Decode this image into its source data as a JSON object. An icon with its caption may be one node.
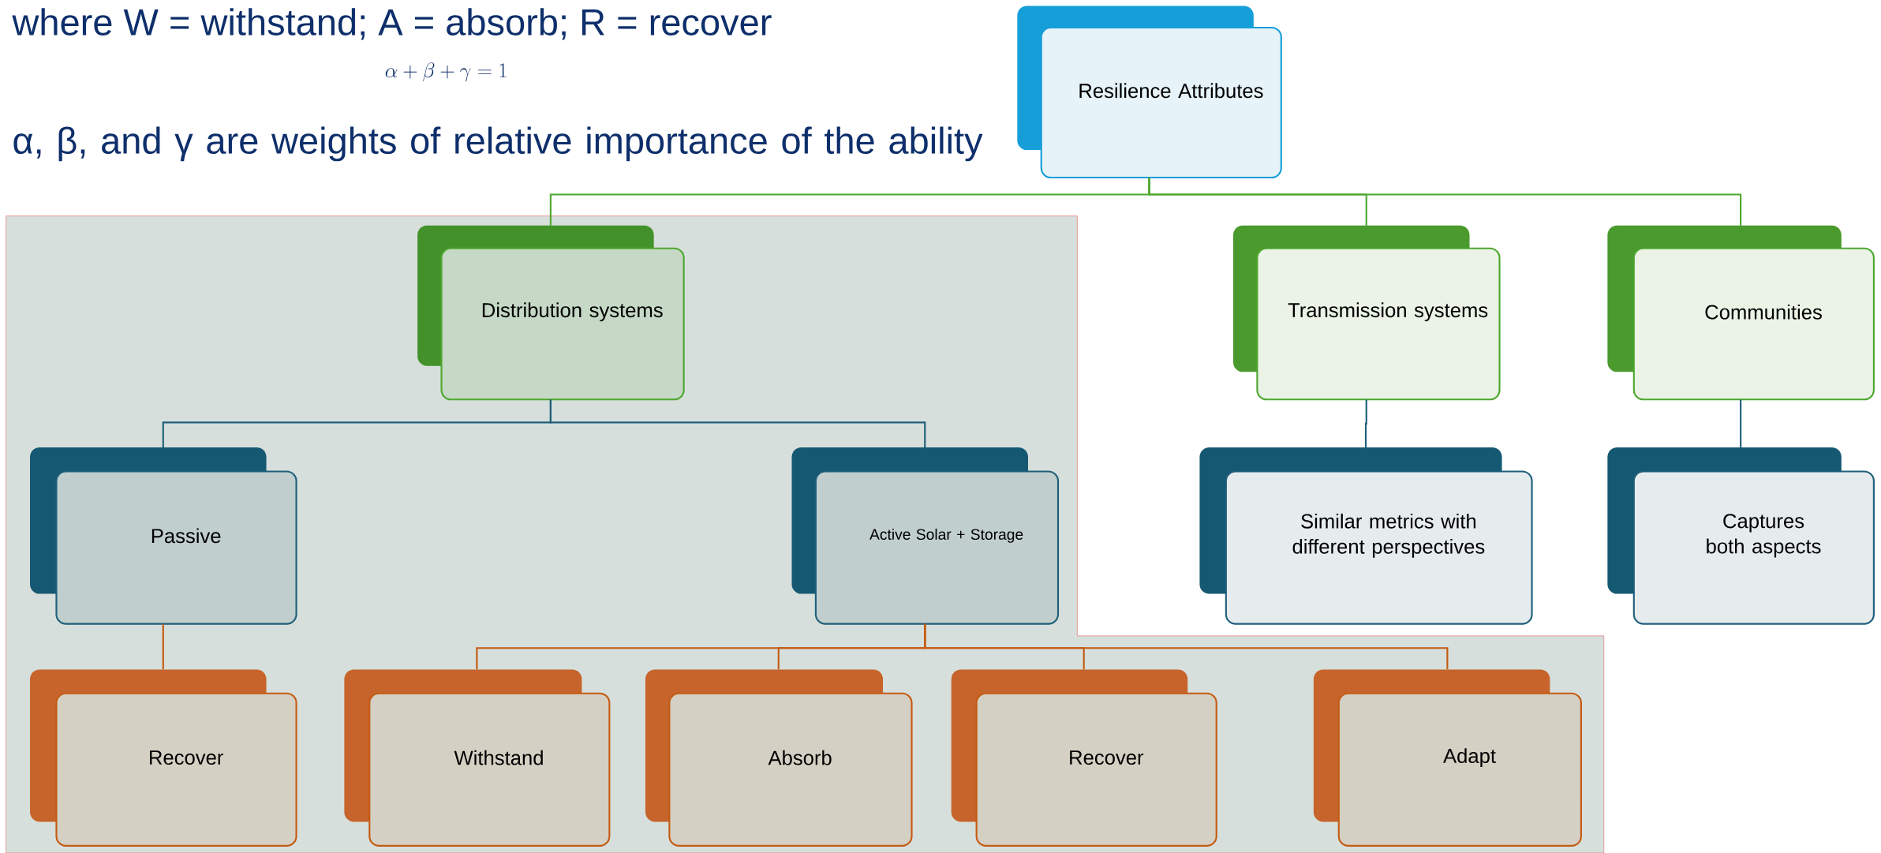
{
  "diagram": {
    "nodes": [
      {
        "text": [
          "Resilience Attributes"
        ]
      },
      {
        "text": [
          "Distribution systems"
        ]
      },
      {
        "text": [
          "Transmission systems"
        ]
      },
      {
        "text": [
          "Communities"
        ]
      },
      {
        "text": [
          "Passive"
        ]
      },
      {
        "text": [
          "Active Solar + Storage"
        ]
      },
      {
        "text": [
          "Similar metrics with different perspectives"
        ]
      },
      {
        "text": [
          "Captures both aspects"
        ]
      },
      {
        "text": [
          "Recover"
        ]
      },
      {
        "text": [
          "Withstand"
        ]
      },
      {
        "text": [
          "Absorb"
        ]
      },
      {
        "text": [
          "Recover"
        ]
      },
      {
        "text": [
          "Adapt"
        ]
      }
    ],
    "edges": [
      {
        "from": 0,
        "to": 1,
        "arrow": "none",
        "color": "#4ea72e"
      },
      {
        "from": 0,
        "to": 2,
        "arrow": "none",
        "color": "#4ea72e"
      },
      {
        "from": 0,
        "to": 3,
        "arrow": "none",
        "color": "#4ea72e"
      },
      {
        "from": 1,
        "to": 4,
        "arrow": "none",
        "color": "#1f5f7a"
      },
      {
        "from": 1,
        "to": 5,
        "arrow": "none",
        "color": "#1f5f7a"
      },
      {
        "from": 2,
        "to": 6,
        "arrow": "none",
        "color": "#1f5f7a"
      },
      {
        "from": 3,
        "to": 7,
        "arrow": "none",
        "color": "#1f5f7a"
      },
      {
        "from": 4,
        "to": 8,
        "arrow": "none",
        "color": "#c55a11"
      },
      {
        "from": 5,
        "to": 9,
        "arrow": "none",
        "color": "#c55a11"
      },
      {
        "from": 5,
        "to": 10,
        "arrow": "none",
        "color": "#c55a11"
      },
      {
        "from": 5,
        "to": 11,
        "arrow": "none",
        "color": "#c55a11"
      },
      {
        "from": 5,
        "to": 12,
        "arrow": "none",
        "color": "#c55a11"
      }
    ],
    "labels": [
      "where W = withstand; A = absorb; R = recover",
      "\\alpha+\\beta+\\gamma=1",
      "α, β, and γ are weights of relative importance of the ability"
    ]
  }
}
